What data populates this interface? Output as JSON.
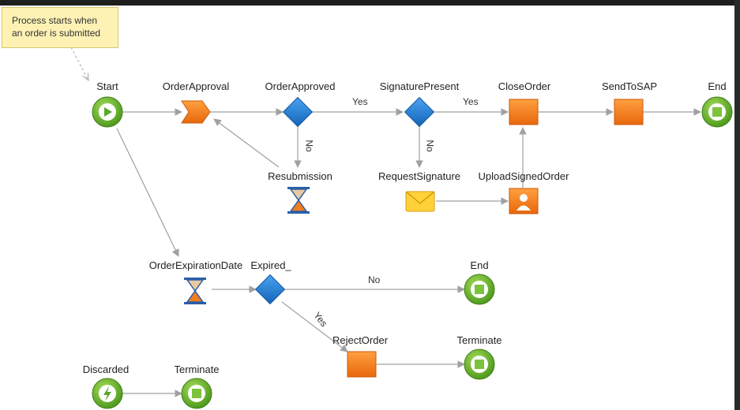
{
  "note": {
    "line1": "Process starts when",
    "line2": "an order is submitted"
  },
  "nodes": {
    "start": "Start",
    "order_approval": "OrderApproval",
    "order_approved": "OrderApproved",
    "signature_present": "SignaturePresent",
    "close_order": "CloseOrder",
    "send_to_sap": "SendToSAP",
    "end_top": "End",
    "resubmission": "Resubmission",
    "request_signature": "RequestSignature",
    "upload_signed_order": "UploadSignedOrder",
    "order_expiration_date": "OrderExpirationDate",
    "expired": "Expired_",
    "end_mid": "End",
    "reject_order": "RejectOrder",
    "terminate_mid": "Terminate",
    "discarded": "Discarded",
    "terminate_bottom": "Terminate"
  },
  "edges": {
    "approved_yes": "Yes",
    "signature_yes": "Yes",
    "approved_no": "No",
    "signature_no": "No",
    "expired_no": "No",
    "expired_yes": "Yes"
  },
  "colors": {
    "start_green": "#6ab42c",
    "end_green": "#7cc23a",
    "activity_orange": "#f07f1e",
    "decision_blue": "#1f77d0",
    "connector_gray": "#a0a0a0"
  }
}
